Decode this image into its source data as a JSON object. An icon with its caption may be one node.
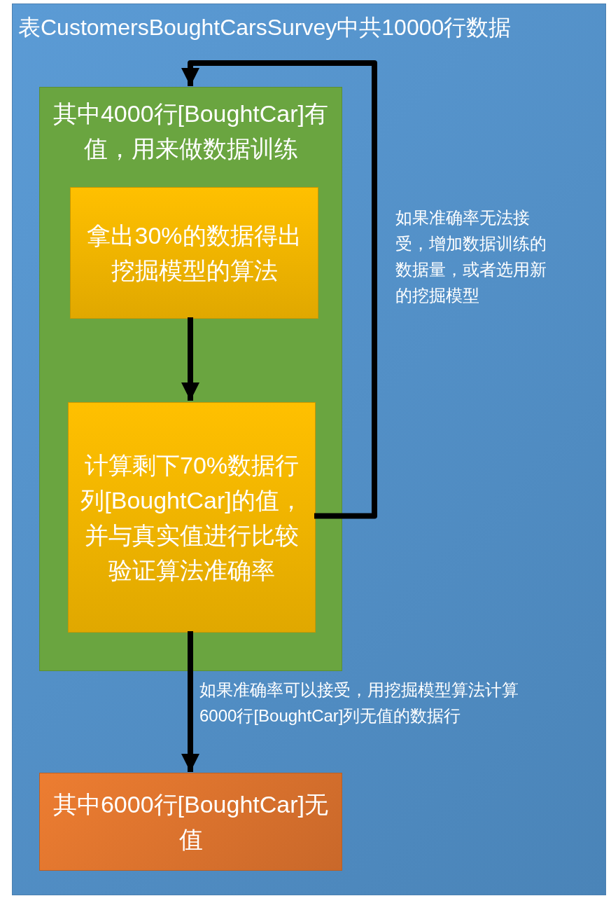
{
  "diagram": {
    "nodes": [
      {
        "text": [
          "表CustomersBoughtCarsSurvey中共10000行数据"
        ]
      },
      {
        "text": [
          "其中4000行[BoughtCar]有值，用来做数据训练"
        ],
        "in": 0
      },
      {
        "text": [
          "拿出30%的数据得出挖掘模型的算法"
        ],
        "in": 1
      },
      {
        "text": [
          "计算剩下70%数据行列[BoughtCar]的值，并与真实值进行比较验证算法准确率"
        ],
        "in": 1
      },
      {
        "text": [
          "其中6000行[BoughtCar]无值"
        ],
        "in": 0
      }
    ],
    "edges": [
      {
        "from": 2,
        "to": 3,
        "arrow": "to"
      },
      {
        "from": 3,
        "to": 1,
        "arrow": "to",
        "label": "如果准确率无法接受，增加数据训练的数据量，或者选用新的挖掘模型"
      },
      {
        "from": 3,
        "to": 4,
        "arrow": "to",
        "label": "如果准确率可以接受，用挖掘模型算法计算6000行[BoughtCar]列无值的数据行"
      }
    ]
  }
}
